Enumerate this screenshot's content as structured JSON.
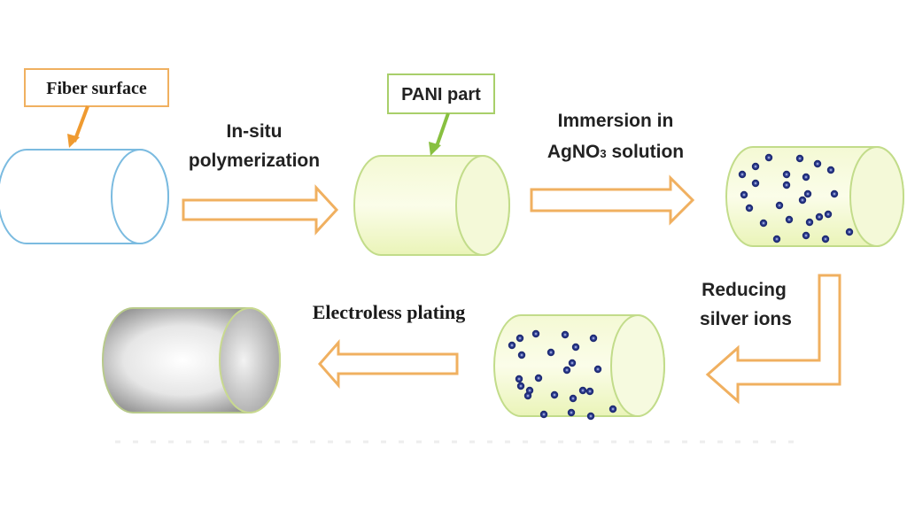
{
  "title": "PANI-assisted electroless silver plating of fiber surface (process schematic)",
  "colors": {
    "bare_fiber": "#6fb3d9",
    "pani_fill": "#f0f7c8",
    "pani_stroke": "#b8d57a",
    "arrow": "#f0b060",
    "callout_fiber": "#f0a84a",
    "callout_pani": "#9cc85a",
    "silver_ion": "#1d2a73",
    "plated": "#9a9a9a"
  },
  "callouts": {
    "fiber_surface": "Fiber surface",
    "pani_part": "PANI part"
  },
  "steps": [
    {
      "id": "step1",
      "label_line1": "In-situ",
      "label_line2": "polymerization"
    },
    {
      "id": "step2",
      "label_line1": "Immersion in",
      "label_line2_a": "AgNO",
      "label_line2_sub": "3",
      "label_line2_b": " solution"
    },
    {
      "id": "step3",
      "label_line1": "Reducing",
      "label_line2": "silver ions"
    },
    {
      "id": "step4",
      "label_line1": "Electroless plating"
    }
  ],
  "stages": [
    {
      "id": "bare-fiber",
      "description": "Bare fiber"
    },
    {
      "id": "pani-coated-fiber",
      "description": "PANI coated fiber"
    },
    {
      "id": "ag-ion-loaded-fiber",
      "description": "Silver ions adsorbed on PANI"
    },
    {
      "id": "ag-seeded-fiber",
      "description": "Reduced silver seeds on PANI"
    },
    {
      "id": "silver-plated-fiber",
      "description": "Silver plated fiber"
    }
  ]
}
